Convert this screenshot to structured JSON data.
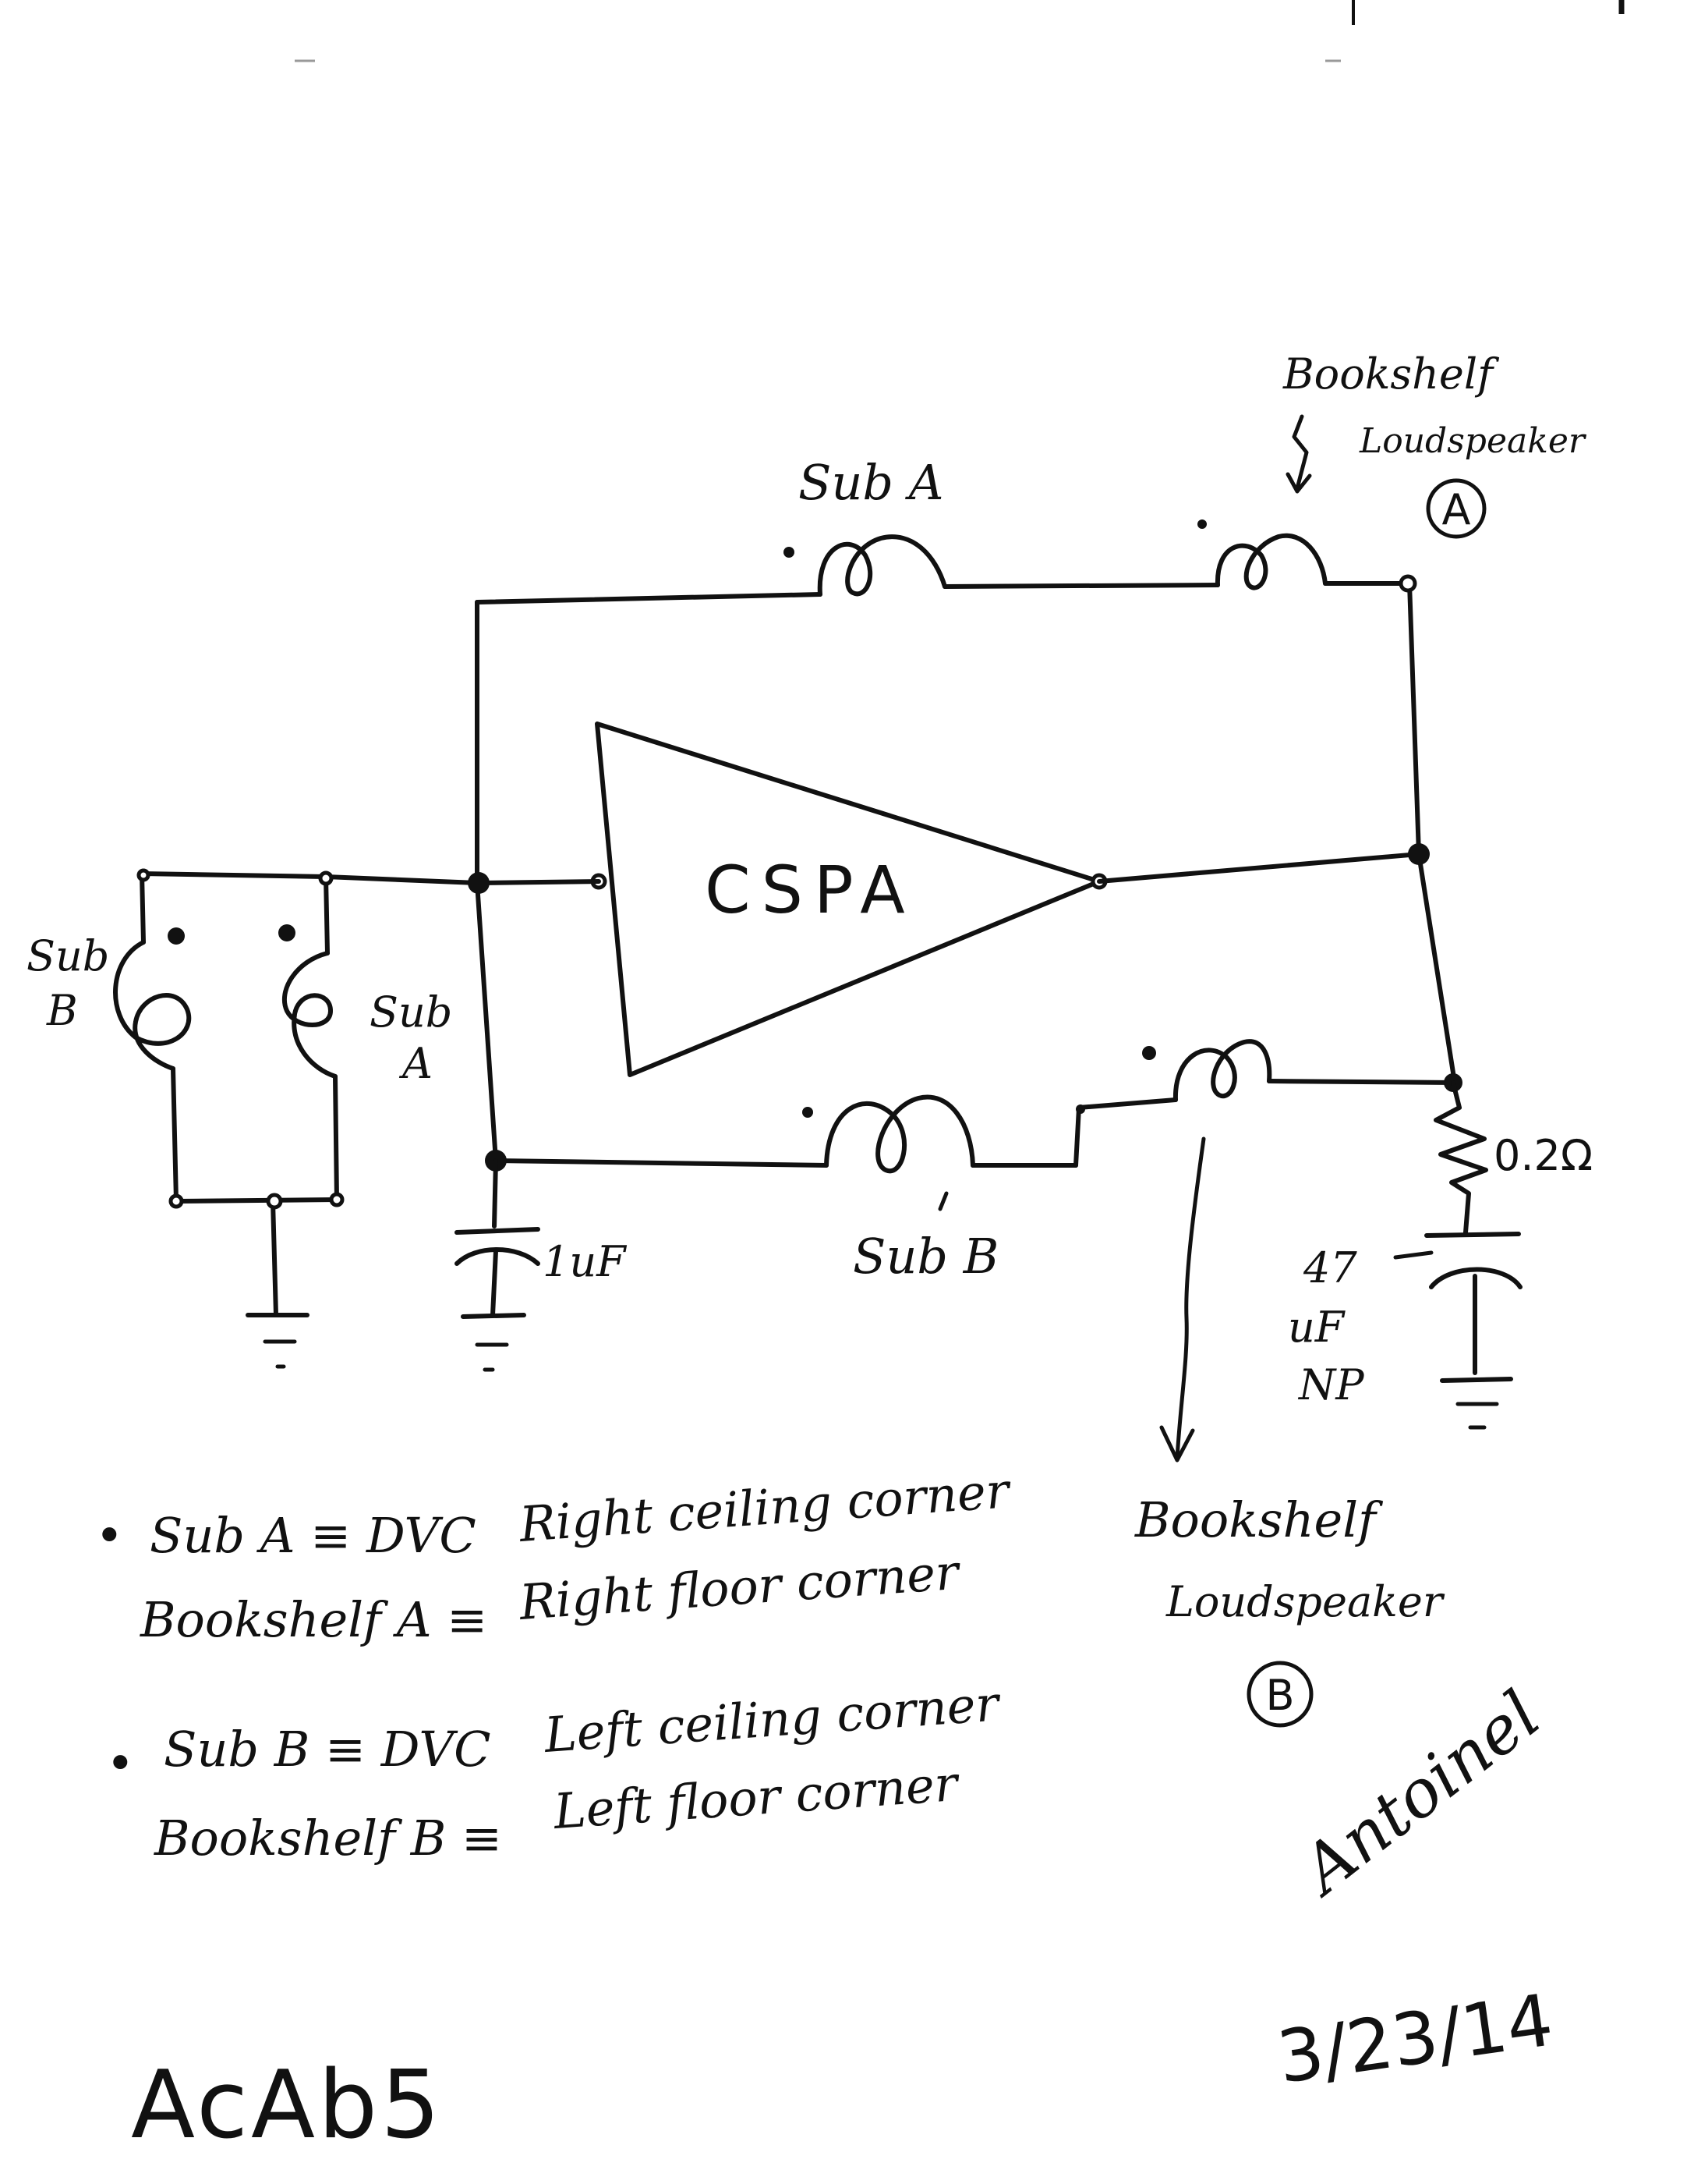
{
  "amplifier": {
    "label": "CSPA"
  },
  "top_branch": {
    "sub_label": "Sub A",
    "bookshelf_label_line1": "Bookshelf",
    "bookshelf_label_line2": "Loudspeaker",
    "bookshelf_tag": "A"
  },
  "bottom_branch": {
    "sub_label": "Sub B",
    "bookshelf_label_line1": "Bookshelf",
    "bookshelf_label_line2": "Loudspeaker",
    "bookshelf_tag": "B"
  },
  "left_network": {
    "coil_left_label_line1": "Sub",
    "coil_left_label_line2": "B",
    "coil_right_label_line1": "Sub",
    "coil_right_label_line2": "A"
  },
  "components": {
    "input_capacitor": "1uF",
    "resistor": "0.2Ω",
    "output_capacitor_line1": "47",
    "output_capacitor_line2": "uF",
    "output_capacitor_line3": "NP"
  },
  "notes": [
    {
      "bullet": "•",
      "left": "Sub A ≡ DVC",
      "right": "Right ceiling corner"
    },
    {
      "bullet": "",
      "left": "Bookshelf A ≡",
      "right": "Right floor corner"
    },
    {
      "bullet": "•",
      "left": "Sub B ≡ DVC",
      "right": "Left ceiling corner"
    },
    {
      "bullet": "",
      "left": "Bookshelf B ≡",
      "right": "Left floor corner"
    }
  ],
  "footer": {
    "code": "AcAb5",
    "date": "3/23/14"
  },
  "signature": {
    "name": "Antoinel"
  }
}
